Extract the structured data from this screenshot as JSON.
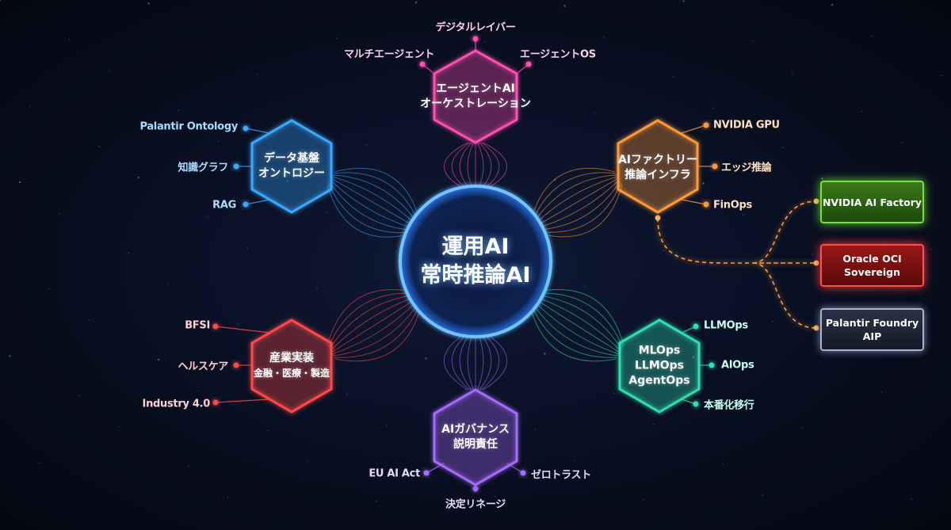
{
  "core": {
    "line1": "運用AI",
    "line2": "常時推論AI"
  },
  "colors": {
    "agent": "#ff4fb0",
    "data": "#3aa8ff",
    "factory": "#ff9a3a",
    "industry": "#ff4a4a",
    "ops": "#2ee0b0",
    "governance": "#a66bff",
    "core": "#4aa8ff"
  },
  "hexes": {
    "agent": {
      "line1": "エージェントAI",
      "line2": "オーケストレーション",
      "items": [
        "デジタルレイバー",
        "マルチエージェント",
        "エージェントOS"
      ]
    },
    "data": {
      "line1": "データ基盤",
      "line2": "オントロジー",
      "items": [
        "Palantir Ontology",
        "知識グラフ",
        "RAG"
      ]
    },
    "factory": {
      "line1": "AIファクトリー",
      "line2": "推論インフラ",
      "items": [
        "NVIDIA GPU",
        "エッジ推論",
        "FinOps"
      ]
    },
    "industry": {
      "line1": "産業実装",
      "line2": "金融・医療・製造",
      "items": [
        "BFSI",
        "ヘルスケア",
        "Industry 4.0"
      ]
    },
    "ops": {
      "line1": "MLOps",
      "line2": "LLMOps",
      "line3": "AgentOps",
      "items": [
        "LLMOps",
        "AIOps",
        "本番化移行"
      ]
    },
    "governance": {
      "line1": "AIガバナンス",
      "line2": "説明責任",
      "items": [
        "EU AI Act",
        "ゼロトラスト",
        "決定リネージ"
      ]
    }
  },
  "platforms": [
    {
      "line1": "NVIDIA AI Factory",
      "line2": "",
      "color": "#5fd02a"
    },
    {
      "line1": "Oracle OCI",
      "line2": "Sovereign",
      "color": "#ff3a3a"
    },
    {
      "line1": "Palantir Foundry",
      "line2": "AIP",
      "color": "#9aa6c0"
    }
  ]
}
